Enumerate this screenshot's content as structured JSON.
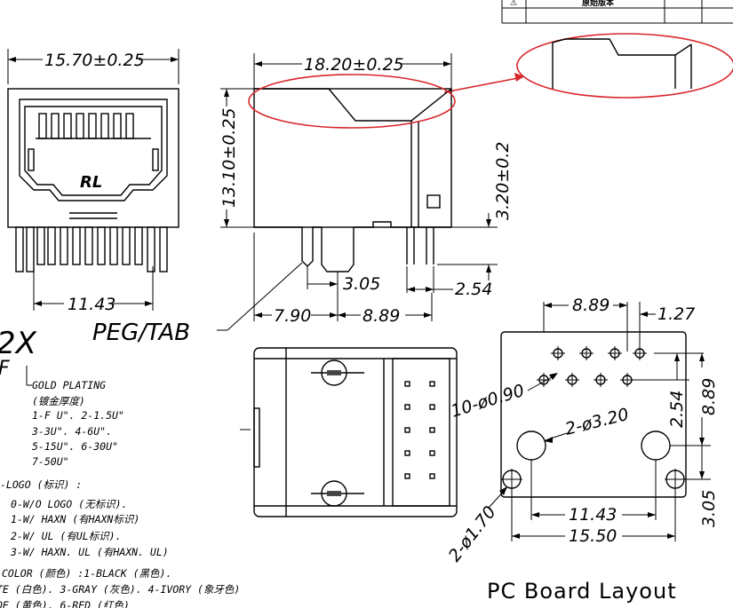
{
  "title_block": {
    "warning_symbol": "⚠",
    "row_text": "原始版本"
  },
  "front_view": {
    "width_dim": "15.70±0.25",
    "pin_span_dim": "11.43",
    "logo_mark": "RL"
  },
  "side_view": {
    "width_dim": "18.20±0.25",
    "height_dim": "13.10±0.25",
    "pin_height_dim": "3.20±0.2",
    "dim_305": "3.05",
    "dim_254": "2.54",
    "dim_790": "7.90",
    "dim_889": "8.89",
    "peg_tab_label": "PEG/TAB"
  },
  "pcb_layout": {
    "title": "PC Board Layout",
    "dim_889_top": "8.89",
    "dim_127": "1.27",
    "dim_254": "2.54",
    "dim_889_side": "8.89",
    "dim_305": "3.05",
    "dim_1143": "11.43",
    "dim_1550": "15.50",
    "holes_090": "10-ø0.90",
    "holes_320": "2-ø3.20",
    "holes_170": "2-ø1.70"
  },
  "part_code": {
    "code_fragment": "2X",
    "code_tail": "F"
  },
  "notes": {
    "gold_plating_title": "GOLD PLATING",
    "gold_plating_cn": "(镀金厚度)",
    "gold_plating_1": "1-F U\". 2-1.5U\"",
    "gold_plating_2": "3-3U\". 4-6U\".",
    "gold_plating_3": "5-15U\". 6-30U\"",
    "gold_plating_4": "7-50U\"",
    "logo_title": "-LOGO (标识) :",
    "logo_0": "0-W/O LOGO (无标识).",
    "logo_1": "1-W/ HAXN (有HAXN标识)",
    "logo_2": "2-W/ UL (有UL标识).",
    "logo_3": "3-W/ HAXN. UL (有HAXN. UL)",
    "color_title": "COLOR (颜色) :1-BLACK (黑色).",
    "color_line2": "TE (白色). 3-GRAY (灰色). 4-IVORY (象牙色)",
    "color_line3": "OE (黄色). 6-RED (红色)"
  }
}
